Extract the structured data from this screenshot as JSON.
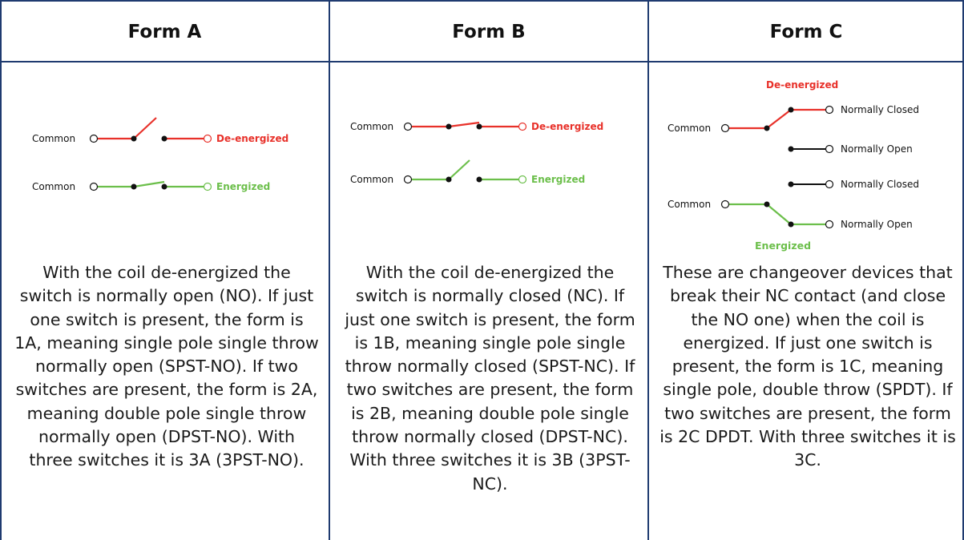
{
  "columns": [
    {
      "header": "Form A",
      "description": "With the coil de-energized the switch is normally open (NO). If just one switch is present, the form is 1A, meaning single pole single throw normally open (SPST-NO). If two switches are present, the form is 2A, meaning double pole single throw normally open (DPST-NO). With three switches it is 3A (3PST-NO).",
      "labels": {
        "common_top": "Common",
        "state_top": "De-energized",
        "common_bottom": "Common",
        "state_bottom": "Energized"
      }
    },
    {
      "header": "Form B",
      "description": "With the coil de-energized the switch is normally closed (NC). If just one switch is present, the form is 1B, meaning single pole single throw normally closed (SPST-NC). If two switches are present, the form is 2B, meaning double pole single throw normally closed (DPST-NC). With three switches it is 3B (3PST-NC).",
      "labels": {
        "common_top": "Common",
        "state_top": "De-energized",
        "common_bottom": "Common",
        "state_bottom": "Energized"
      }
    },
    {
      "header": "Form C",
      "description": "These are changeover devices that break their NC contact (and close the NO one) when the coil is energized. If just one switch is present, the form is 1C, meaning single pole, double throw (SPDT). If two switches are present, the form is 2C DPDT. With three switches it is 3C.",
      "labels": {
        "deenergized": "De-energized",
        "common_top": "Common",
        "nc_top": "Normally Closed",
        "no_top": "Normally Open",
        "nc_bottom": "Normally Closed",
        "common_bottom": "Common",
        "no_bottom": "Normally Open",
        "energized": "Energized"
      }
    }
  ],
  "colors": {
    "border": "#1f3b70",
    "deenergized": "#e8312a",
    "energized": "#6cbf4b",
    "wire": "#111111"
  }
}
